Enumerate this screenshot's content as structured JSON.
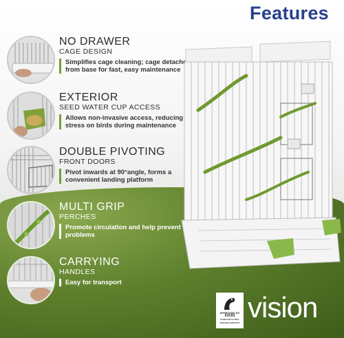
{
  "title": "Features",
  "features": [
    {
      "heading": "NO DRAWER",
      "sub": "CAGE DESIGN",
      "desc": "Simplifies cage cleaning; cage detaches from base for fast, easy maintenance"
    },
    {
      "heading": "EXTERIOR",
      "sub": "SEED WATER CUP ACCESS",
      "desc": "Allows non-invasive access, reducing stress on birds during maintenance"
    },
    {
      "heading": "DOUBLE PIVOTING",
      "sub": "FRONT DOORS",
      "desc": "Pivot inwards at 90°angle, forms a convenient landing platform"
    },
    {
      "heading": "MULTI GRIP",
      "sub": "PERCHES",
      "desc": "Promote circulation and help prevent foot problems"
    },
    {
      "heading": "CARRYING",
      "sub": "HANDLES",
      "desc": "Easy for transport"
    }
  ],
  "brand": {
    "name": "vision",
    "badge_line1": "APPROVED BY",
    "badge_line2": "HARI",
    "badge_line3": "HAGEN AVICULTURAL RESEARCH INSTITUTE"
  },
  "colors": {
    "title": "#27408e",
    "green": "#5d7f2c",
    "accent_bar": "#7a9a3c"
  },
  "icons": [
    "cage-drawer-photo",
    "seed-cup-photo",
    "front-door-photo",
    "perch-photo",
    "handle-photo"
  ]
}
